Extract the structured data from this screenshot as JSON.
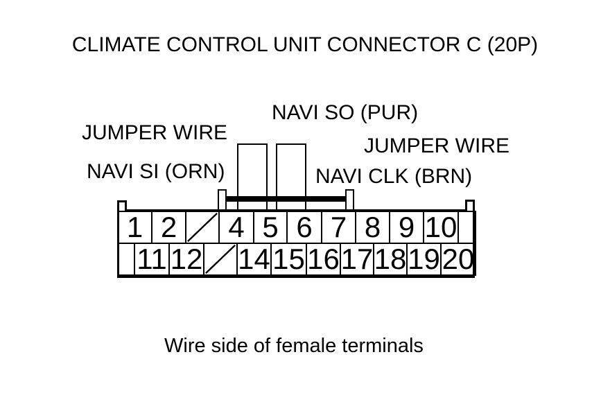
{
  "title": "CLIMATE CONTROL UNIT CONNECTOR C (20P)",
  "caption": "Wire side of female terminals",
  "labels": {
    "jumper_wire_left": "JUMPER WIRE",
    "navi_si": "NAVI SI (ORN)",
    "navi_so": "NAVI SO (PUR)",
    "jumper_wire_right": "JUMPER WIRE",
    "navi_clk": "NAVI CLK (BRN)"
  },
  "connector": {
    "name": "Climate control unit connector C, 20 pins, wire side of female terminals",
    "top_row": [
      {
        "kind": "pin",
        "label": "1"
      },
      {
        "kind": "pin",
        "label": "2"
      },
      {
        "kind": "slash"
      },
      {
        "kind": "pin",
        "label": "4"
      },
      {
        "kind": "pin",
        "label": "5"
      },
      {
        "kind": "pin",
        "label": "6"
      },
      {
        "kind": "pin",
        "label": "7"
      },
      {
        "kind": "pin",
        "label": "8"
      },
      {
        "kind": "pin",
        "label": "9"
      },
      {
        "kind": "pin",
        "label": "10"
      },
      {
        "kind": "blank"
      }
    ],
    "bottom_row": [
      {
        "kind": "blank"
      },
      {
        "kind": "pin",
        "label": "11"
      },
      {
        "kind": "pin",
        "label": "12"
      },
      {
        "kind": "slash"
      },
      {
        "kind": "pin",
        "label": "14"
      },
      {
        "kind": "pin",
        "label": "15"
      },
      {
        "kind": "pin",
        "label": "16"
      },
      {
        "kind": "pin",
        "label": "17"
      },
      {
        "kind": "pin",
        "label": "18"
      },
      {
        "kind": "pin",
        "label": "19"
      },
      {
        "kind": "pin",
        "label": "20"
      }
    ],
    "jumper_loops": [
      {
        "name": "jumper-wire-loop-left",
        "connects": [
          "4",
          "5"
        ]
      },
      {
        "name": "jumper-wire-loop-right",
        "connects": [
          "5",
          "6"
        ]
      }
    ]
  },
  "colors": {
    "ink": "#000000",
    "background": "#ffffff"
  }
}
